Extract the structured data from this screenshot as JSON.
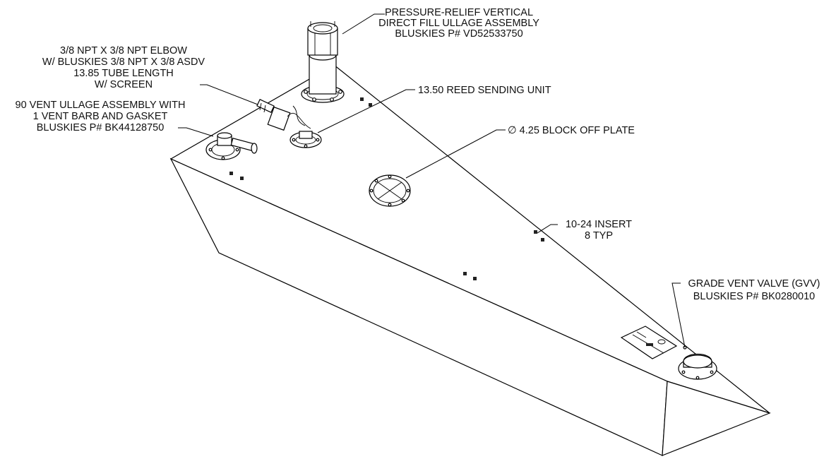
{
  "callouts": {
    "relief": [
      "PRESSURE-RELIEF VERTICAL",
      "DIRECT FILL ULLAGE ASSEMBLY",
      "BLUSKIES P# VD52533750"
    ],
    "elbow": [
      "3/8 NPT X 3/8 NPT ELBOW",
      "W/ BLUSKIES 3/8 NPT X 3/8 ASDV",
      "13.85 TUBE LENGTH",
      "W/ SCREEN"
    ],
    "vent": [
      "90 VENT ULLAGE ASSEMBLY WITH",
      "1 VENT BARB AND GASKET",
      "BLUSKIES P# BK44128750"
    ],
    "reed": [
      "13.50 REED SENDING UNIT"
    ],
    "block": [
      "∅ 4.25 BLOCK OFF PLATE"
    ],
    "insert": [
      "10-24 INSERT",
      "8 TYP"
    ],
    "gvv": [
      "GRADE VENT VALVE (GVV)",
      "BLUSKIES P# BK0280010"
    ]
  },
  "colors": {
    "line": "#000000",
    "text": "#111111",
    "background": "#ffffff"
  }
}
